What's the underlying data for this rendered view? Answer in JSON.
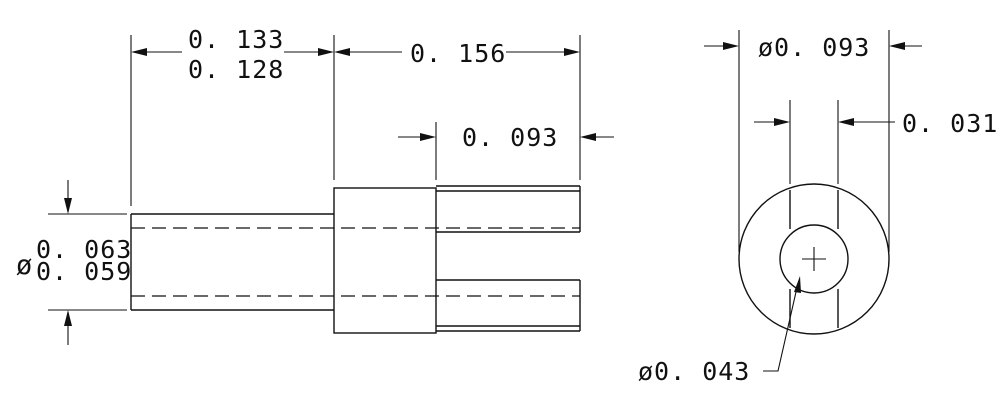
{
  "dimensions": {
    "length_upper": "0. 133",
    "length_lower": "0. 128",
    "right_length": "0. 156",
    "slot_depth": "0. 093",
    "shaft_dia_upper": "0. 063",
    "shaft_dia_lower": "0. 059",
    "diameter_symbol": "ø",
    "end_dia": "ø0. 093",
    "slot_width": "0. 031",
    "hole_dia": "ø0. 043"
  }
}
